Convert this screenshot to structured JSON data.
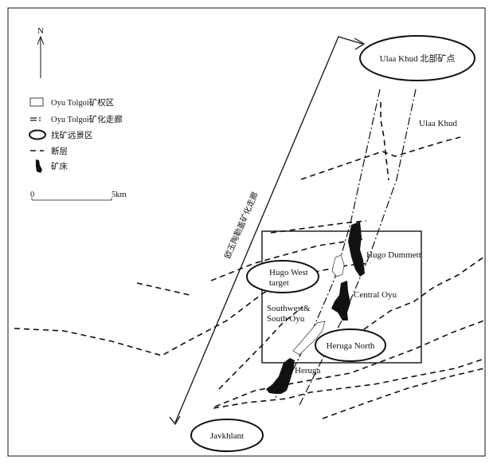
{
  "north_label": "N",
  "legend": {
    "license_area": "Oyu Tolgoi矿权区",
    "trend": "Oyu Tolgoi矿化走廊",
    "prospect": "找矿远景区",
    "fault": "断层",
    "deposit": "矿床"
  },
  "scale": {
    "zero": "0",
    "end": "5km"
  },
  "corridor_label": "欧玉陶勒盖矿化走廊",
  "places": {
    "ulaa_khud_north": "Ulaa Khud 北部矿点",
    "ulaa_khud": "Ulaa Khud",
    "hugo_dummett": "Hugo Dummett",
    "hugo_west_line1": "Hugo West",
    "hugo_west_line2": "target",
    "central_oyu": "Central Oyu",
    "southwest_line1": "Southwest&",
    "southwest_line2": "South Oyu",
    "heruga_north": "Heruga North",
    "heruga": "Heruga",
    "javkhlant": "Javkhlant"
  }
}
